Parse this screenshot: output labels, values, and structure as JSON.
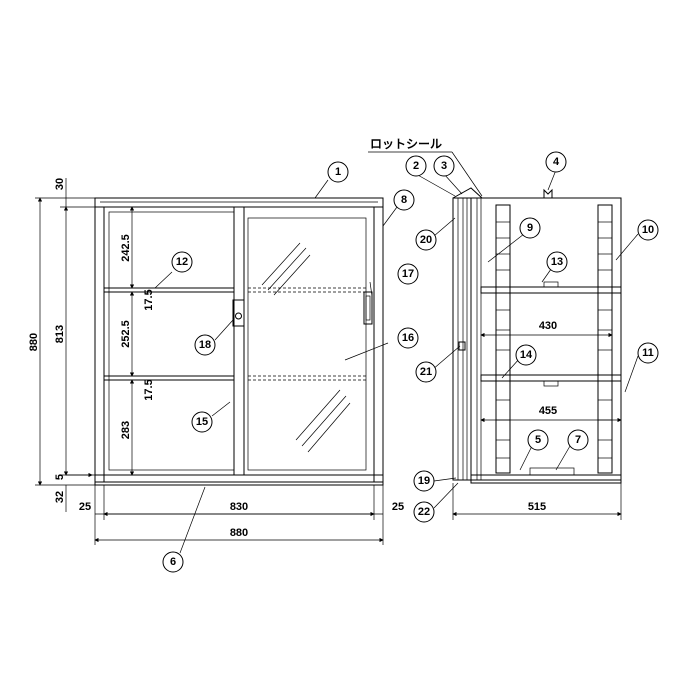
{
  "title_label": "ロットシール",
  "dimensions": {
    "top_gap": "30",
    "total_height": "880",
    "inner_height": "813",
    "bottom_gap": "5",
    "base_height": "32",
    "left_margin": "25",
    "right_margin": "25",
    "inner_width": "830",
    "total_width": "880",
    "upper_space": "242.5",
    "shelf_thickness_1": "17.5",
    "middle_space": "252.5",
    "shelf_thickness_2": "17.5",
    "lower_space": "283",
    "shelf_depth_upper": "430",
    "shelf_depth_lower": "455",
    "total_depth": "515"
  },
  "callouts": [
    "1",
    "2",
    "3",
    "4",
    "5",
    "6",
    "7",
    "8",
    "9",
    "10",
    "11",
    "12",
    "13",
    "14",
    "15",
    "16",
    "17",
    "18",
    "19",
    "20",
    "21",
    "22"
  ]
}
